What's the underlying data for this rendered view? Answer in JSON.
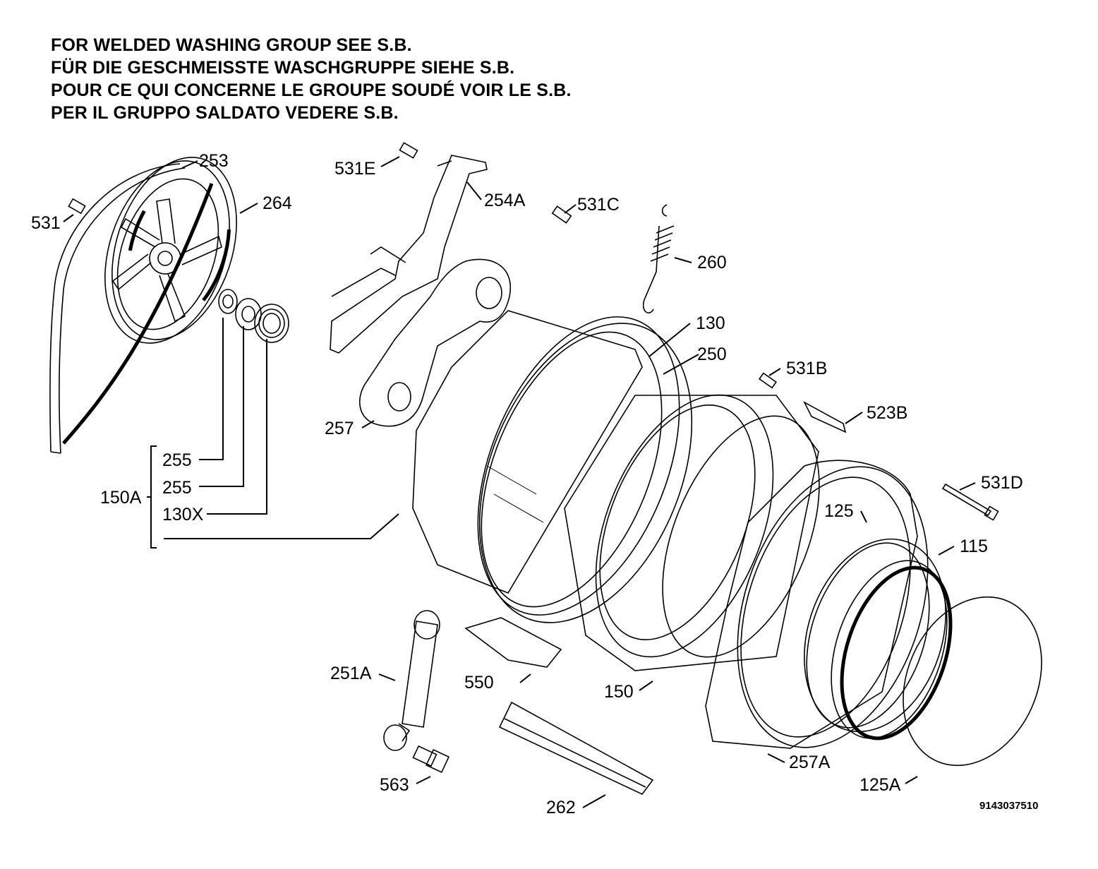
{
  "notes": [
    "FOR WELDED WASHING GROUP SEE S.B.",
    "FÜR DIE GESCHMEISSTE WASCHGRUPPE SIEHE S.B.",
    "POUR CE QUI CONCERNE LE GROUPE SOUDÉ VOIR LE S.B.",
    "PER IL GRUPPO SALDATO VEDERE S.B."
  ],
  "labels": {
    "p253": "253",
    "p531": "531",
    "p264": "264",
    "p531E": "531E",
    "p254A": "254A",
    "p531C": "531C",
    "p260": "260",
    "p130": "130",
    "p250": "250",
    "p531B": "531B",
    "p523B": "523B",
    "p257": "257",
    "p255a": "255",
    "p255b": "255",
    "p130X": "130X",
    "p150A": "150A",
    "p531D": "531D",
    "p125": "125",
    "p115": "115",
    "p251A": "251A",
    "p550": "550",
    "p150": "150",
    "p257A": "257A",
    "p563": "563",
    "p262": "262",
    "p125A": "125A"
  },
  "doc_number": "9143037510"
}
